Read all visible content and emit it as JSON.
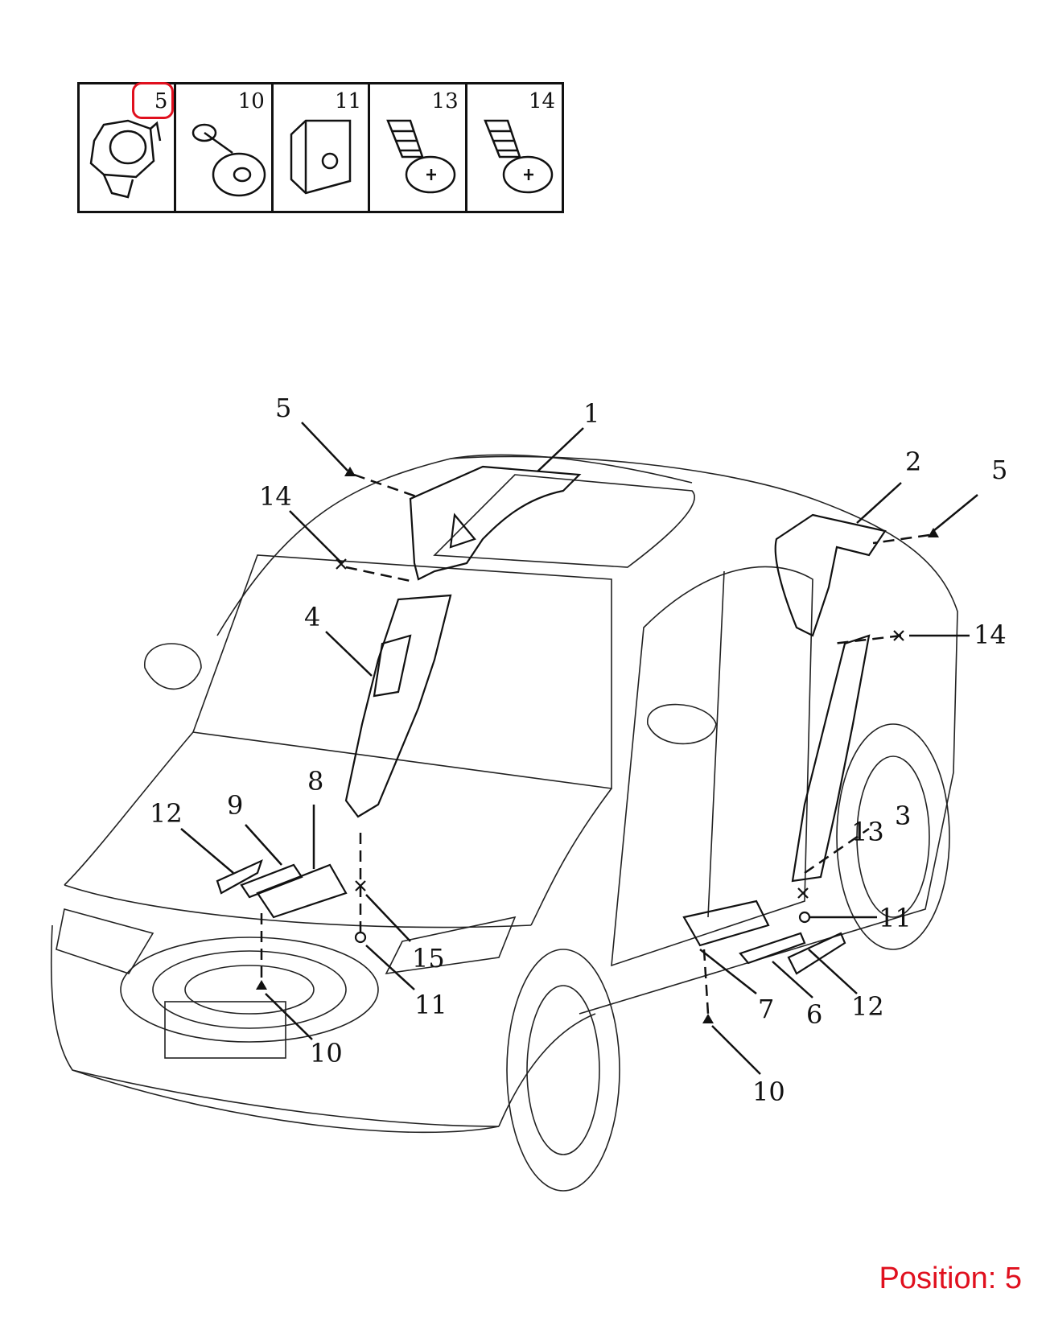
{
  "fasteners": [
    {
      "num": "5",
      "icon": "retainer-clip-icon"
    },
    {
      "num": "10",
      "icon": "push-pin-clip-icon"
    },
    {
      "num": "11",
      "icon": "square-nut-clip-icon"
    },
    {
      "num": "13",
      "icon": "screw-icon"
    },
    {
      "num": "14",
      "icon": "screw-icon"
    }
  ],
  "callouts": {
    "c5a": "5",
    "c1": "1",
    "c14a": "14",
    "c4": "4",
    "c2": "2",
    "c5b": "5",
    "c14b": "14",
    "c8": "8",
    "c9": "9",
    "c12a": "12",
    "c15": "15",
    "c11a": "11",
    "c10a": "10",
    "c3": "3",
    "c13": "13",
    "c11b": "11",
    "c7": "7",
    "c6": "6",
    "c12b": "12",
    "c10b": "10"
  },
  "position_label": "Position: 5",
  "colors": {
    "highlight": "#e0101e",
    "line": "#111111"
  }
}
